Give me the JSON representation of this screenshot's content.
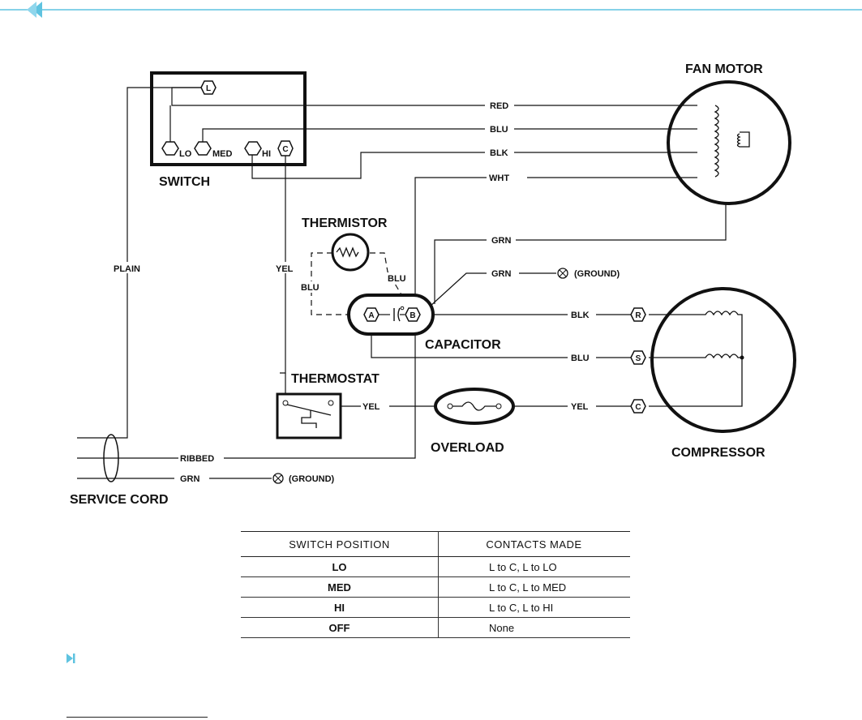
{
  "nav": {
    "back_icon": "double-chevron-left-icon",
    "next_icon": "skip-next-icon",
    "accent": "#5fc3e0"
  },
  "diagram": {
    "components": {
      "switch": "SWITCH",
      "fan_motor": "FAN MOTOR",
      "thermistor": "THERMISTOR",
      "capacitor": "CAPACITOR",
      "thermostat": "THERMOSTAT",
      "overload": "OVERLOAD",
      "compressor": "COMPRESSOR",
      "service_cord": "SERVICE CORD"
    },
    "switch_terminals": {
      "l": "L",
      "lo": "LO",
      "med": "MED",
      "hi": "HI",
      "c": "C"
    },
    "capacitor_terminals": {
      "a": "A",
      "b": "B"
    },
    "compressor_terminals": {
      "r": "R",
      "s": "S",
      "c": "C"
    },
    "wires": {
      "red": "RED",
      "blu_fan": "BLU",
      "blk_fan": "BLK",
      "wht": "WHT",
      "grn_fan": "GRN",
      "grn_cap": "GRN",
      "ground_cap": "(GROUND)",
      "plain": "PLAIN",
      "yel_switch": "YEL",
      "blu_therm_left": "BLU",
      "blu_therm_right": "BLU",
      "blk_comp": "BLK",
      "blu_comp": "BLU",
      "yel_thermostat": "YEL",
      "yel_comp": "YEL",
      "ribbed": "RIBBED",
      "grn_cord": "GRN",
      "ground_cord": "(GROUND)"
    }
  },
  "table": {
    "headers": [
      "SWITCH POSITION",
      "CONTACTS MADE"
    ],
    "rows": [
      {
        "position": "LO",
        "contacts": "L to C, L to LO"
      },
      {
        "position": "MED",
        "contacts": "L to C, L to MED"
      },
      {
        "position": "HI",
        "contacts": "L to C, L to HI"
      },
      {
        "position": "OFF",
        "contacts": "None"
      }
    ]
  }
}
